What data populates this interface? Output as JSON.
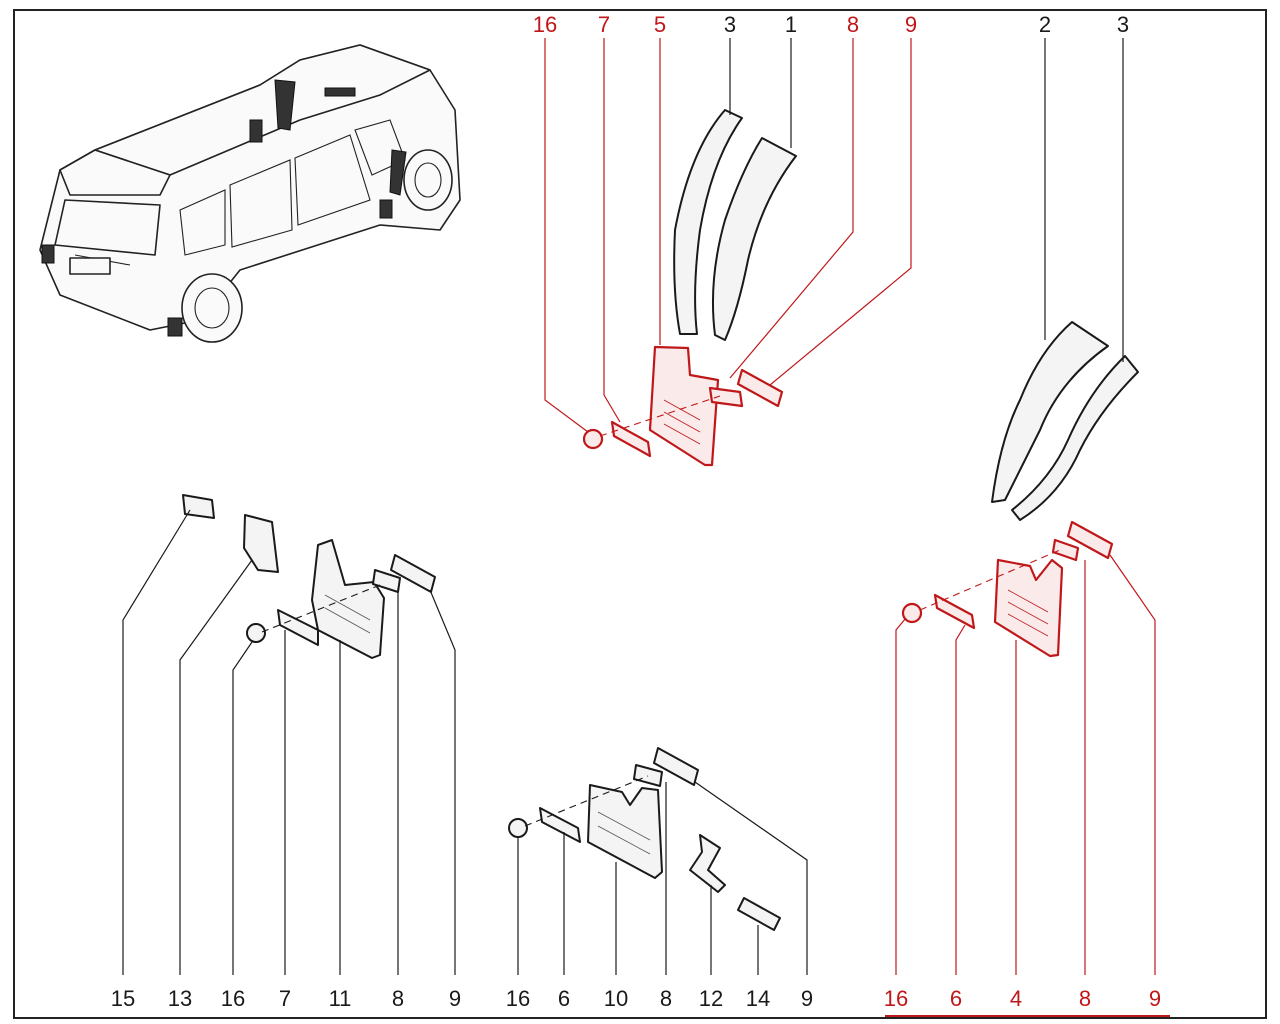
{
  "colors": {
    "line": "#1a1a1a",
    "highlight": "#c0181a",
    "background": "#ffffff"
  },
  "callouts": {
    "top_red_16": "16",
    "top_red_7": "7",
    "top_red_5": "5",
    "top_3_left": "3",
    "top_1": "1",
    "top_red_8": "8",
    "top_red_9": "9",
    "top_2": "2",
    "top_3_right": "3",
    "b_15": "15",
    "b_13": "13",
    "b_16a": "16",
    "b_7": "7",
    "b_11": "11",
    "b_8a": "8",
    "b_9a": "9",
    "b_16b": "16",
    "b_6": "6",
    "b_10": "10",
    "b_8b": "8",
    "b_12": "12",
    "b_14": "14",
    "b_9b": "9",
    "b_red_16": "16",
    "b_red_6": "6",
    "b_red_4": "4",
    "b_red_8": "8",
    "b_red_9": "9"
  },
  "watermark": {
    "text": ""
  }
}
